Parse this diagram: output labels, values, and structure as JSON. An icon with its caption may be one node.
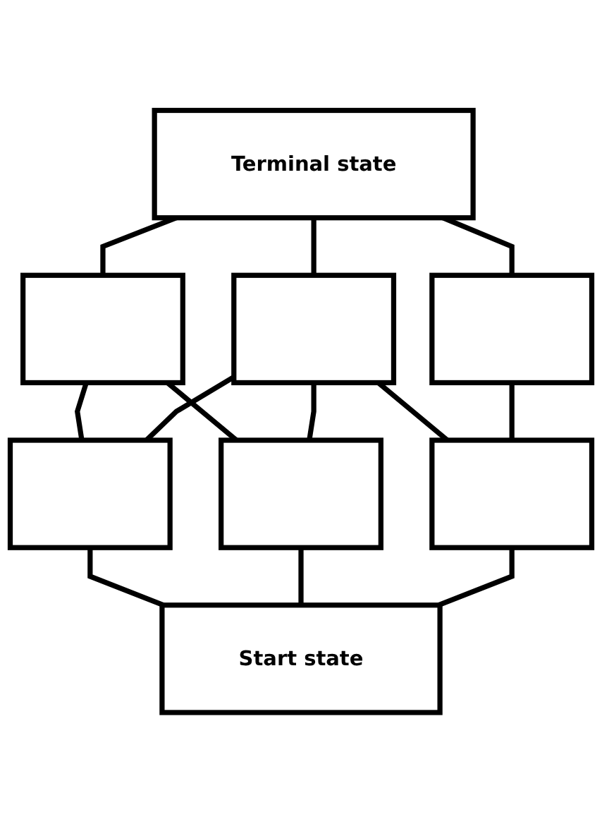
{
  "diagram": {
    "nodes": [
      {
        "text": [
          "Terminal state"
        ]
      },
      {
        "text": [],
        "shape": "box"
      },
      {
        "text": [],
        "shape": "box"
      },
      {
        "text": [],
        "shape": "box"
      },
      {
        "text": [],
        "shape": "box"
      },
      {
        "text": [],
        "shape": "box"
      },
      {
        "text": [],
        "shape": "box"
      },
      {
        "text": [
          "Start state"
        ]
      }
    ],
    "edges": [
      {
        "from": 0,
        "to": 1,
        "arrow": "none"
      },
      {
        "from": 0,
        "to": 2,
        "arrow": "none"
      },
      {
        "from": 0,
        "to": 3,
        "arrow": "none"
      },
      {
        "from": 1,
        "to": 4,
        "arrow": "none"
      },
      {
        "from": 1,
        "to": 5,
        "arrow": "none"
      },
      {
        "from": 2,
        "to": 4,
        "arrow": "none"
      },
      {
        "from": 2,
        "to": 5,
        "arrow": "none"
      },
      {
        "from": 2,
        "to": 6,
        "arrow": "none"
      },
      {
        "from": 3,
        "to": 6,
        "arrow": "none"
      },
      {
        "from": 4,
        "to": 7,
        "arrow": "none"
      },
      {
        "from": 5,
        "to": 7,
        "arrow": "none"
      },
      {
        "from": 6,
        "to": 7,
        "arrow": "none"
      }
    ]
  }
}
